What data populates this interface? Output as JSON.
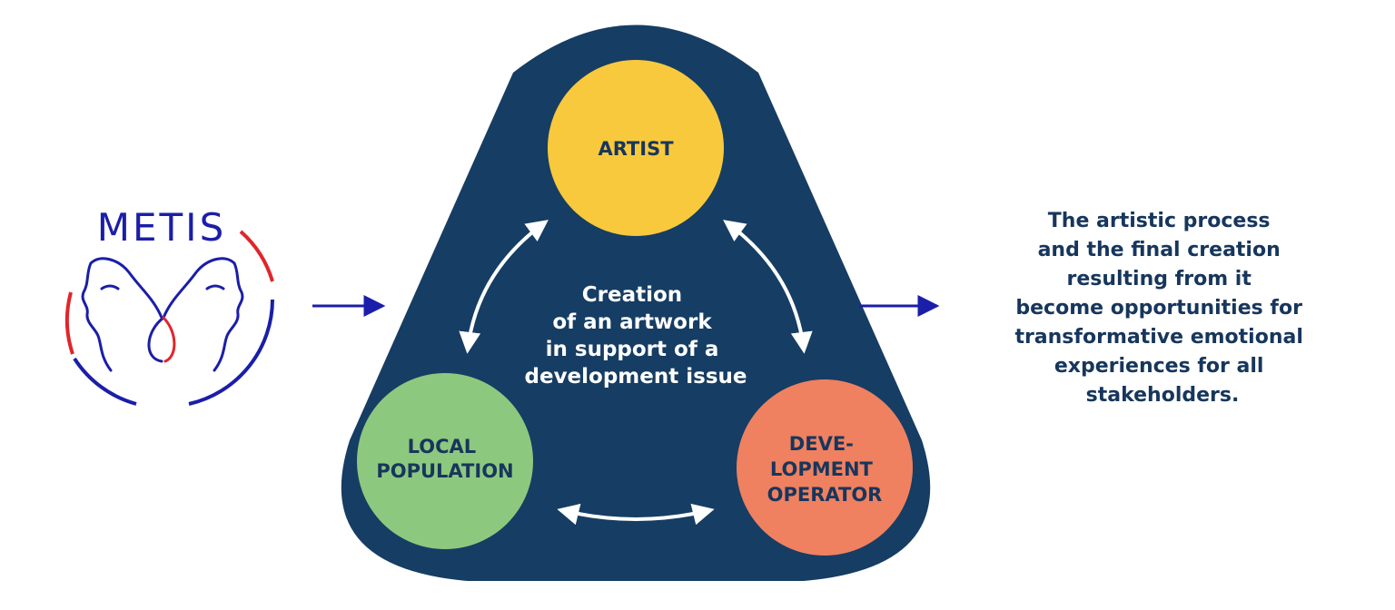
{
  "logo": {
    "wordmark": "METIS"
  },
  "nodes": {
    "artist": [
      "ARTIST"
    ],
    "local_population": [
      "LOCAL",
      "POPULATION"
    ],
    "development_operator": [
      "DEVE-",
      "LOPMENT",
      "OPERATOR"
    ]
  },
  "center": [
    "Creation",
    "of an artwork",
    "in support of a",
    "development issue"
  ],
  "outcome": [
    "The artistic process",
    "and the final creation",
    "resulting from it",
    "become opportunities for",
    "transformative emotional",
    "experiences for all",
    "stakeholders."
  ],
  "colors": {
    "triangle": "#163d63",
    "artist": "#f8c93c",
    "local_population": "#8dc87f",
    "development_operator": "#ef8060",
    "text_dark": "#17365c",
    "arrow_blue": "#1b1ea8",
    "logo_red": "#e0252b"
  }
}
